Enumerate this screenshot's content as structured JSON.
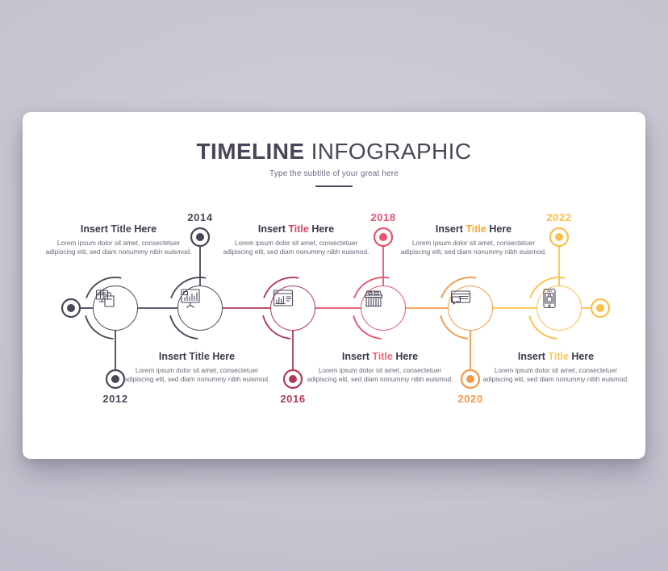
{
  "slide": {
    "title_bold": "TIMELINE",
    "title_light": "INFOGRAPHIC",
    "subtitle": "Type the subtitle of your great here"
  },
  "colors": {
    "dark": "#4a4658",
    "crimson": "#b03a55",
    "pink": "#e8536e",
    "orange": "#f2994a",
    "amber": "#fbc04a",
    "yellow": "#fbc85c",
    "title_text": "#3b3747",
    "body_text": "#6a6678",
    "card_bg": "#ffffff",
    "page_bg": "#c9c7d2"
  },
  "milestones": [
    {
      "year": "2012",
      "position": "below",
      "color": "#4a4658",
      "accent": "#4a4658",
      "icon": "ecommerce-monitor-icon",
      "title_before": "Insert ",
      "title_accent": "Title",
      "title_after": " Here",
      "body": "Lorem ipsum dolor sit amet, consectetuer adipiscing elit, sed diam nonummy nibh euismod."
    },
    {
      "year": "2014",
      "position": "above",
      "color": "#4a4658",
      "accent": "#4a4658",
      "icon": "presentation-chart-icon",
      "title_before": "Insert ",
      "title_accent": "Title",
      "title_after": " Here",
      "body": "Lorem ipsum dolor sit amet, consectetuer adipiscing elit, sed diam nonummy nibh euismod."
    },
    {
      "year": "2016",
      "position": "below",
      "color": "#b03a55",
      "accent": "#d8455f",
      "icon": "dashboard-bar-chart-icon",
      "title_before": "Insert ",
      "title_accent": "Title",
      "title_after": " Here",
      "body": "Lorem ipsum dolor sit amet, consectetuer adipiscing elit, sed diam nonummy nibh euismod."
    },
    {
      "year": "2018",
      "position": "above",
      "color": "#e8536e",
      "accent": "#ef6a80",
      "icon": "storefront-icon",
      "title_before": "Insert ",
      "title_accent": "Title",
      "title_after": " Here",
      "body": "Lorem ipsum dolor sit amet, consectetuer adipiscing elit, sed diam nonummy nibh euismod."
    },
    {
      "year": "2020",
      "position": "below",
      "color": "#f2994a",
      "accent": "#f5a93f",
      "icon": "message-window-icon",
      "title_before": "Insert ",
      "title_accent": "Title",
      "title_after": " Here",
      "body": "Lorem ipsum dolor sit amet, consectetuer adipiscing elit, sed diam nonummy nibh euismod."
    },
    {
      "year": "2022",
      "position": "above",
      "color": "#fbc04a",
      "accent": "#fbc85c",
      "icon": "mobile-commerce-icon",
      "title_before": "Insert ",
      "title_accent": "Title",
      "title_after": " Here",
      "body": "Lorem ipsum dolor sit amet, consectetuer adipiscing elit, sed diam nonummy nibh euismod."
    }
  ],
  "endpoints": {
    "left_color": "#4a4658",
    "right_color": "#fbc04a"
  }
}
